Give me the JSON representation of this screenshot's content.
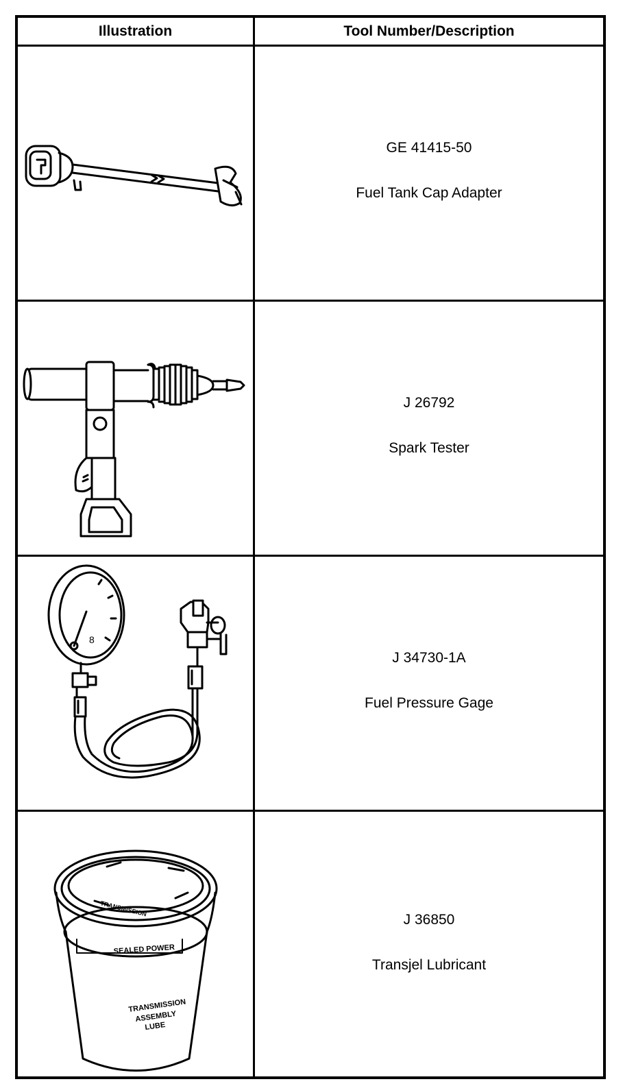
{
  "table": {
    "headers": {
      "illustration": "Illustration",
      "description": "Tool Number/Description"
    },
    "rows": [
      {
        "number": "GE 41415-50",
        "name": "Fuel Tank Cap Adapter",
        "icon": "fuel-tank-cap-adapter-icon"
      },
      {
        "number": "J 26792",
        "name": "Spark Tester",
        "icon": "spark-tester-icon"
      },
      {
        "number": "J 34730-1A",
        "name": "Fuel Pressure Gage",
        "icon": "fuel-pressure-gage-icon"
      },
      {
        "number": "J 36850",
        "name": "Transjel Lubricant",
        "icon": "transjel-lubricant-tub-icon",
        "label_lines": [
          "TRANSMISSION",
          "ASSEMBLY",
          "LUBE",
          "SEALED POWER"
        ]
      }
    ]
  }
}
